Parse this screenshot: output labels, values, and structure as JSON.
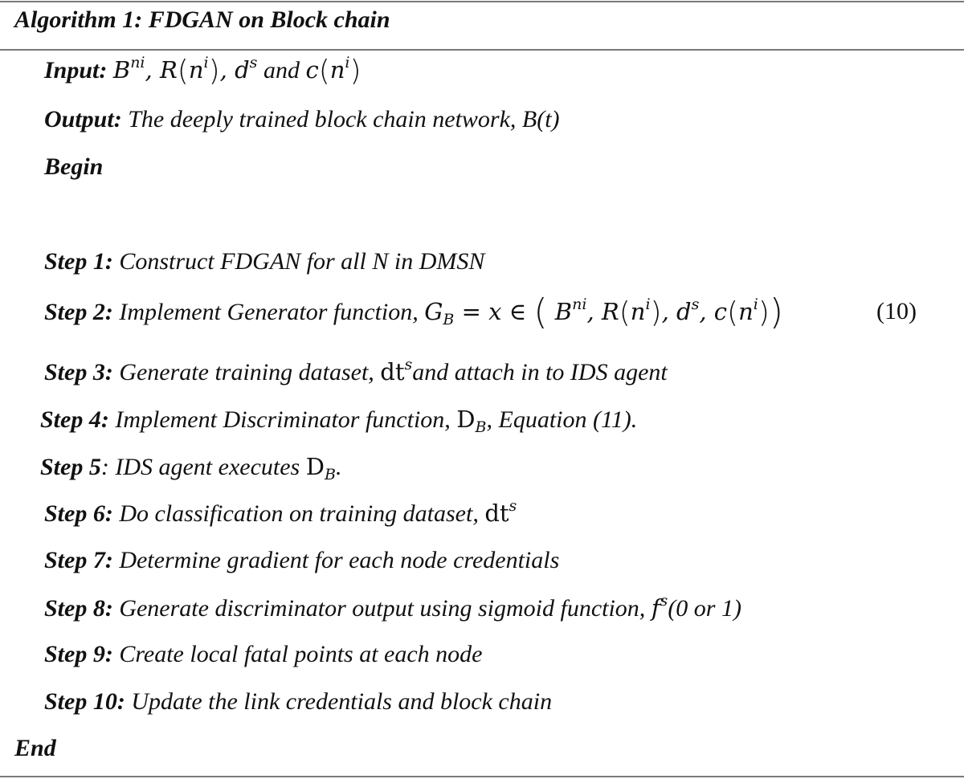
{
  "algorithm": {
    "title": "Algorithm 1: FDGAN on Block chain",
    "input_label": "Input:",
    "output_label": "Output:",
    "output_text": "The deeply trained block chain network, B(t)",
    "begin_label": "Begin",
    "end_label": "End",
    "steps": [
      {
        "label": "Step 1:",
        "text": "Construct FDGAN for all N in DMSN"
      },
      {
        "label": "Step 2:",
        "text": "Implement Generator function,"
      },
      {
        "label": "Step 3:",
        "text": "Generate training dataset,",
        "text_after": "and attach in to IDS agent"
      },
      {
        "label": "Step 4:",
        "text": "Implement Discriminator function,",
        "text_after": ", Equation (11)."
      },
      {
        "label": "Step 5",
        "text": ": IDS agent executes",
        "text_after": "."
      },
      {
        "label": "Step 6:",
        "text": "Do classification on training dataset,"
      },
      {
        "label": "Step 7:",
        "text": "Determine gradient for each node credentials"
      },
      {
        "label": "Step 8:",
        "text": "Generate discriminator output using sigmoid function,",
        "text_after": "(0 or 1)"
      },
      {
        "label": "Step 9:",
        "text": "Create local fatal points at each node"
      },
      {
        "label": "Step 10:",
        "text": "Update the link credentials and block chain"
      }
    ],
    "equation_number": "(10)",
    "input_conjunction": "and"
  }
}
